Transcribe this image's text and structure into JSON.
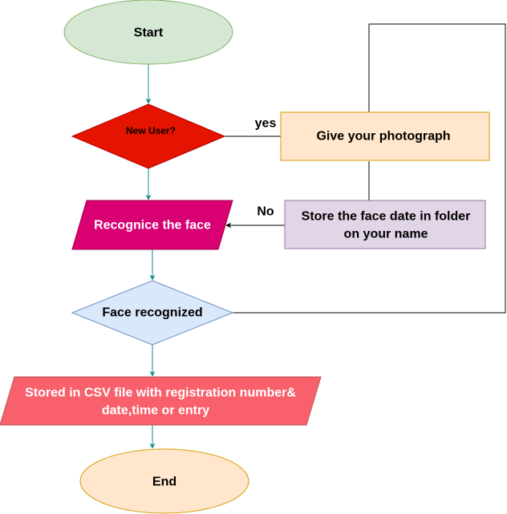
{
  "nodes": {
    "start": {
      "label": "Start",
      "fill": "#d5e8d4",
      "stroke": "#82b366"
    },
    "new_user": {
      "label": "New User?",
      "fill": "#e51400",
      "stroke": "#b20000"
    },
    "recognize": {
      "label": "Recognice the face",
      "fill": "#d80073",
      "stroke": "#a50040",
      "text_color": "#ffffff"
    },
    "give_photo": {
      "label": "Give your photograph",
      "fill": "#ffe6cc",
      "stroke": "#d79b00"
    },
    "store_face": {
      "line1": "Store the face date in folder",
      "line2": "on your name",
      "fill": "#e1d5e7",
      "stroke": "#9673a6"
    },
    "face_recognized": {
      "label": "Face recognized",
      "fill": "#dae8fc",
      "stroke": "#6c8ebf"
    },
    "stored_csv": {
      "line1": "Stored in CSV file with registration number&",
      "line2": "date,time or entry",
      "fill": "#f8606b",
      "stroke": "#b85450",
      "text_color": "#ffffff"
    },
    "end": {
      "label": "End",
      "fill": "#ffe6cc",
      "stroke": "#d79b00"
    }
  },
  "edge_labels": {
    "yes": "yes",
    "no": "No"
  },
  "colors": {
    "arrow_teal": "#12888f",
    "line_black": "#000000"
  }
}
